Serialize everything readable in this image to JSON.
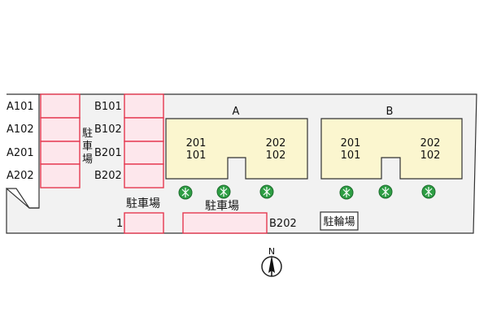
{
  "left_spaces": {
    "labels": [
      "A101",
      "A102",
      "A201",
      "A202"
    ],
    "parking_label_chars": [
      "駐",
      "車",
      "場"
    ]
  },
  "middle_spaces": {
    "labels": [
      "B101",
      "B102",
      "B201",
      "B202"
    ]
  },
  "guest_parking": {
    "label": "駐車場",
    "space_label": "1"
  },
  "bottom_parking": {
    "label": "駐車場",
    "space_label": "B202"
  },
  "buildings": [
    {
      "name": "A",
      "units_upper": [
        "201",
        "202"
      ],
      "units_lower": [
        "101",
        "102"
      ]
    },
    {
      "name": "B",
      "units_upper": [
        "201",
        "202"
      ],
      "units_lower": [
        "101",
        "102"
      ]
    }
  ],
  "bicycle_parking": {
    "label": "駐輪場"
  },
  "compass": {
    "label": "N"
  },
  "colors": {
    "lot_fill": "#f2f2f2",
    "parking_fill": "#fde7ec",
    "parking_stroke": "#e53950",
    "building_fill": "#fbf6cf",
    "tree_fill": "#2e9e44"
  }
}
